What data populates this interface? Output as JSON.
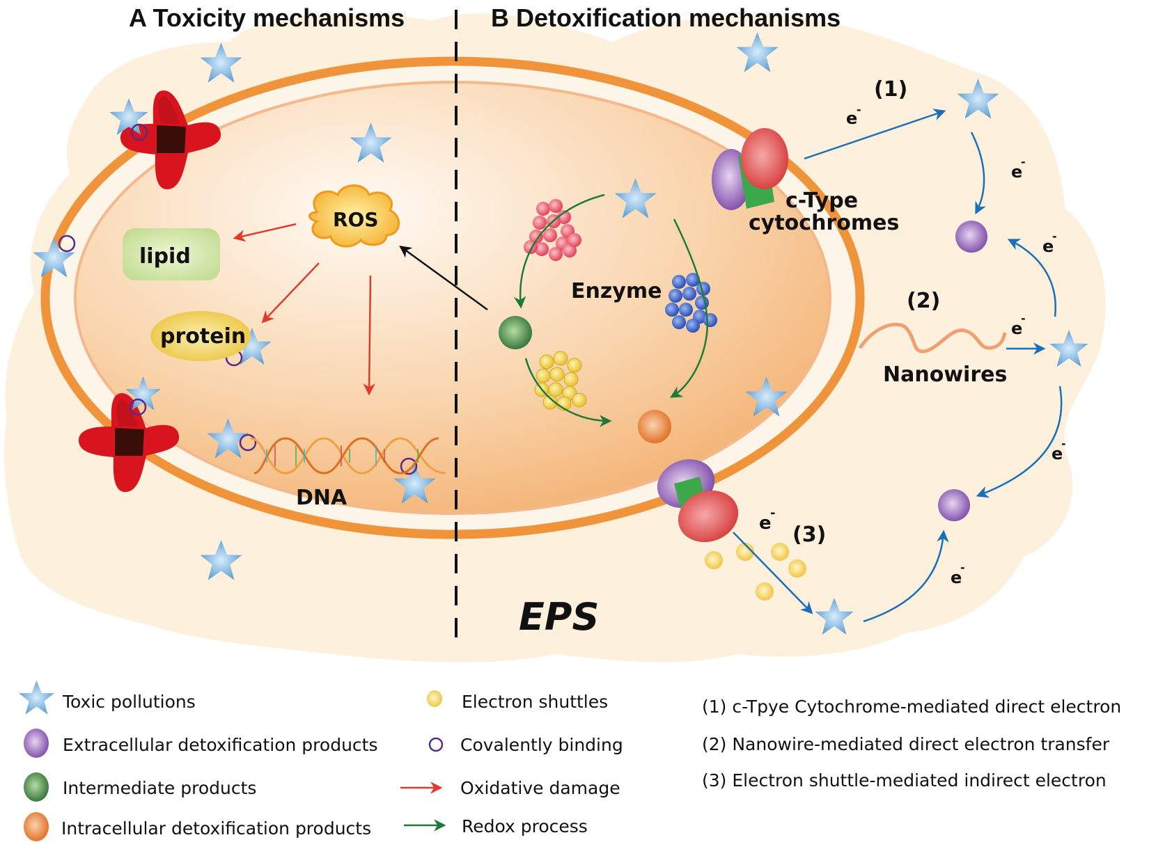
{
  "titles": {
    "panel_a": "A Toxicity mechanisms",
    "panel_b": "B Detoxification mechanisms"
  },
  "labels": {
    "ros": "ROS",
    "lipid": "lipid",
    "protein": "protein",
    "dna": "DNA",
    "enzyme": "Enzyme",
    "cytochrome_line1": "c-Type",
    "cytochrome_line2": "cytochromes",
    "nanowires": "Nanowires",
    "eps": "EPS",
    "path1": "(1)",
    "path2": "(2)",
    "path3": "(3)",
    "electron": "e",
    "electron_sup": "-"
  },
  "legend": {
    "left": [
      {
        "icon": "star-icon",
        "label": "Toxic pollutions"
      },
      {
        "icon": "purple-sphere-icon",
        "label": "Extracellular detoxification products"
      },
      {
        "icon": "green-sphere-icon",
        "label": "Intermediate products"
      },
      {
        "icon": "orange-sphere-icon",
        "label": "Intracellular detoxification products"
      }
    ],
    "middle": [
      {
        "icon": "yellow-dot-icon",
        "label": "Electron  shuttles"
      },
      {
        "icon": "purple-ring-icon",
        "label": "Covalently binding"
      },
      {
        "icon": "red-arrow-icon",
        "label": "Oxidative damage"
      },
      {
        "icon": "green-arrow-icon",
        "label": "Redox process"
      }
    ],
    "notes": [
      "(1) c-Tpye Cytochrome-mediated direct electron",
      "(2) Nanowire-mediated direct electron transfer",
      "(3) Electron shuttle-mediated indirect electron"
    ]
  },
  "colors": {
    "eps": "#fdf0dc",
    "cell_outer": "#f0943c",
    "cell_inner_line": "#f4b88c",
    "cytoplasm_center": "#fdf4ea",
    "cytoplasm_edge": "#f4b070",
    "star": "#6aa8d8",
    "star_light": "#cfe6f7",
    "red_protein": "#d8141e",
    "oxidative": "#e23a2a",
    "redox": "#1e7a3a",
    "electron_arrow": "#1a6fb8",
    "purple": "#8a5cb0",
    "green": "#3f8a45",
    "orange": "#ee7a28",
    "yellow": "#f4d54c",
    "ring": "#5a2a8a"
  }
}
